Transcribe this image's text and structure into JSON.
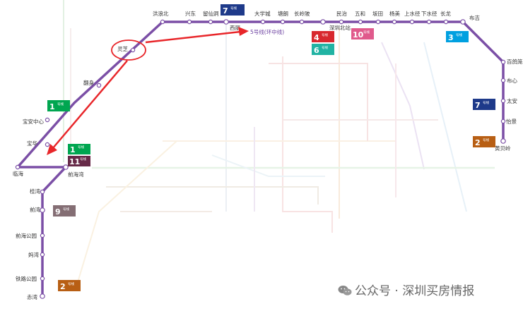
{
  "stations": {
    "hongshanbei": "洪浪北",
    "xingdong": "兴东",
    "liuxiandong": "留仙洞",
    "xili": "西丽",
    "daxuecheng": "大学城",
    "tanglang": "塘朗",
    "changlingpi": "长岭陂",
    "minzhi": "民治",
    "wuhe": "五和",
    "bantian": "坂田",
    "yangmei": "杨美",
    "shangshuijing": "上水径",
    "xiashuijing": "下水径",
    "changlong": "长龙",
    "buji": "布吉",
    "shenzhenbeizhan": "深圳北站",
    "lingzhi": "灵芝",
    "fanshen": "翻身",
    "baoan_zhongxin": "宝安中心",
    "baohua": "宝华",
    "linhai": "临海",
    "qianhaiwan": "前海湾",
    "guihan": "桂湾",
    "qianwan": "前湾",
    "qianhai_gongyuan": "前海公园",
    "mawan": "妈湾",
    "tiemei_gongyuan": "铁路公园",
    "chiwan": "赤湾",
    "baigelong": "百鸽笼",
    "buxin": "布心",
    "taian": "太安",
    "yijing": "怡景",
    "huangbeiling": "黄贝岭"
  },
  "badges": {
    "suffix": "号线",
    "line7_top": "7",
    "line4": "4",
    "line10": "10",
    "line6": "6",
    "line3": "3",
    "line1_left": "1",
    "line1_mid": "1",
    "line11": "11",
    "line7_right": "7",
    "line2_right": "2",
    "line9": "9",
    "line2_bottom": "2"
  },
  "annotation": {
    "label": "5号线(环中线)"
  },
  "watermark": {
    "text": "公众号 · 深圳买房情报"
  },
  "colors": {
    "line5": "#7b4fa6",
    "highlight": "#e8262a",
    "line1": "#00a650",
    "line2": "#b85f14",
    "line3": "#00a0e0",
    "line4": "#d8282e",
    "line6": "#21b3a3",
    "line7": "#1e3a8a",
    "line9": "#846e74",
    "line10": "#e05a8c",
    "line11": "#672a48"
  }
}
